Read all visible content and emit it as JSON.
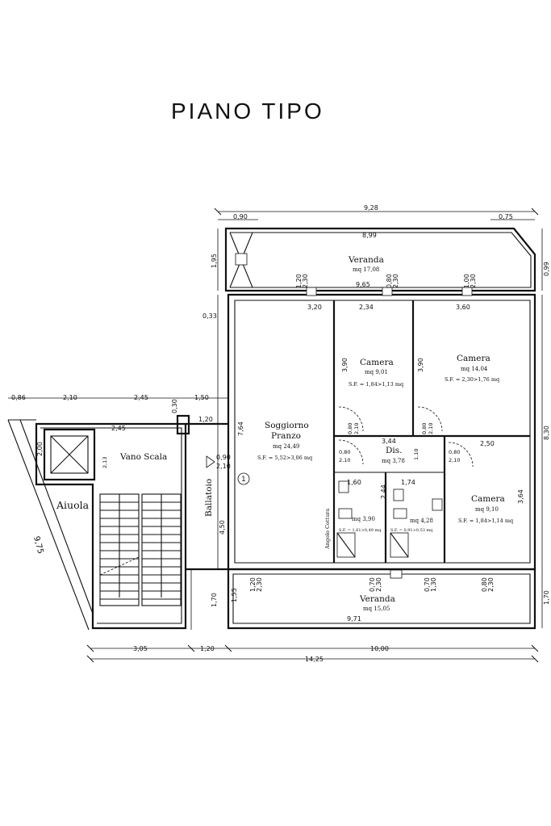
{
  "title": "PIANO TIPO",
  "rooms": {
    "veranda_top": {
      "name": "Veranda",
      "area": "mq 17,08"
    },
    "camera_small": {
      "name": "Camera",
      "area": "mq 9,01",
      "sf": "S.F. = 1,84>1,13 mq"
    },
    "camera_large": {
      "name": "Camera",
      "area": "mq 14,04",
      "sf": "S.F. = 2,30>1,76 mq"
    },
    "soggiorno": {
      "name_line1": "Soggiorno",
      "name_line2": "Pranzo",
      "area": "mq 24,49",
      "sf": "S.F. = 5,52>3,06 mq"
    },
    "vano_scala": {
      "name": "Vano Scala"
    },
    "aiuola": {
      "name": "Aiuola"
    },
    "ballatoio": {
      "name": "Ballatoio"
    },
    "dis": {
      "name": "Dis.",
      "area": "mq 3,78"
    },
    "bath1": {
      "area": "mq 3,90",
      "sf": "S.F. = 1,61>0,49 mq"
    },
    "bath2": {
      "area": "mq 4,28",
      "sf": "S.F. = 0,91>0,53 mq"
    },
    "camera_bottom": {
      "name": "Camera",
      "area": "mq 9,10",
      "sf": "S.F. = 1,84>1,14 mq"
    },
    "veranda_bottom": {
      "name": "Veranda",
      "area": "mq 15,05"
    },
    "angolo_cottura": {
      "name": "Angolo Cottura"
    }
  },
  "marker": "1",
  "dims": {
    "top_total": "9,28",
    "top_left": "0,90",
    "top_right": "0,75",
    "veranda_width": "8,99",
    "veranda_inner": "9,65",
    "left_195": "1,95",
    "right_099": "0,99",
    "right_830": "8,30",
    "right_170": "1,70",
    "w120a": "1,20",
    "h230a": "2,30",
    "w080a": "0,80",
    "h230b": "2,30",
    "w100": "1,00",
    "h230c": "2,30",
    "d033": "0,33",
    "d320": "3,20",
    "d234": "2,34",
    "d360": "3,60",
    "d390a": "3,90",
    "d390b": "3,90",
    "row_086": "0,86",
    "row_210": "2,10",
    "row_245": "2,45",
    "row_150": "1,50",
    "d030": "0,30",
    "d120": "1,20",
    "d245": "2,45",
    "d200": "2,00",
    "d213": "2,13",
    "d764": "7,64",
    "d090": "0,90",
    "d210": "2,10",
    "d450": "4,50",
    "d975": "9,75",
    "w080b": "0,80",
    "h210a": "2,10",
    "w080c": "0,80",
    "h210b": "2,10",
    "w080d": "0,80",
    "h210c": "2,10",
    "w080e": "0,80",
    "h210d": "2,10",
    "d344": "3,44",
    "d110": "1,10",
    "d250": "2,50",
    "d160": "1,60",
    "d174": "1,74",
    "d244": "2,44",
    "d364": "3,64",
    "b120": "1,20",
    "b230a": "2,30",
    "b070a": "0,70",
    "b230b": "2,30",
    "b070b": "0,70",
    "b130": "1,30",
    "b080": "0,80",
    "b230c": "2,30",
    "d170": "1,70",
    "d155": "1,55",
    "d971": "9,71",
    "bottom_305": "3,05",
    "bottom_120": "1,20",
    "bottom_1000": "10,00",
    "bottom_total": "14,25"
  }
}
